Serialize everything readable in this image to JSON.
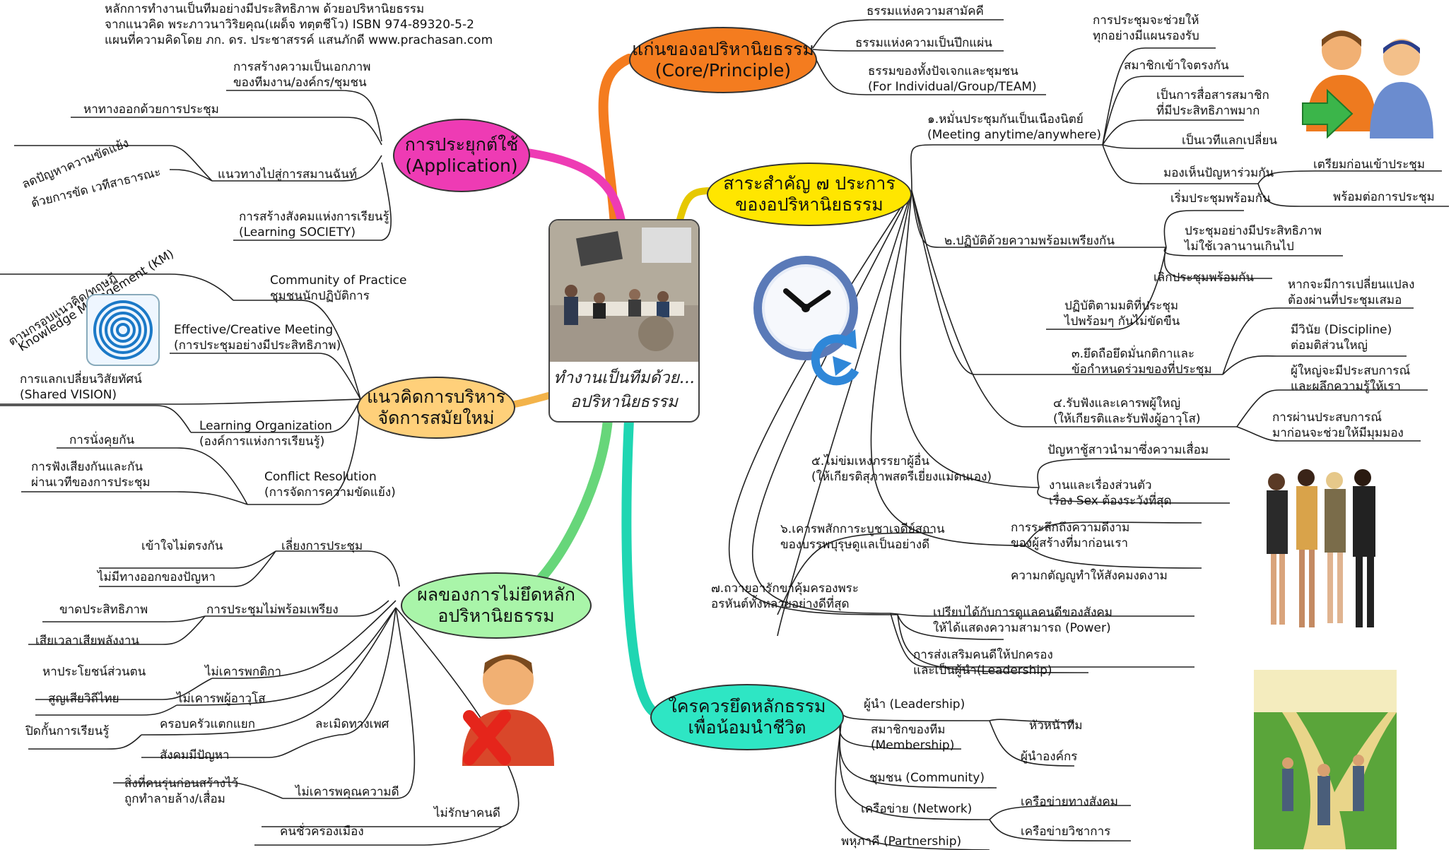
{
  "header": {
    "line1": "หลักการทำงานเป็นทีมอย่างมีประสิทธิภาพ ด้วยอปริหานิยธรรม",
    "line2": "จากแนวคิด พระภาวนาวิริยคุณ(เผด็จ ทตฺตชีโว) ISBN 974-89320-5-2",
    "line3": "แผนที่ความคิดโดย ภก. ดร. ประชาสรรค์ แสนภักดี www.prachasan.com"
  },
  "center": {
    "caption": "ทำงานเป็นทีมด้วย...\nอปริหานิยธรรม"
  },
  "branches": {
    "core": {
      "title": "แก่นของอปริหานิยธรรม\n(Core/Principle)",
      "color": "#f47c1f",
      "items": [
        "ธรรมแห่งความสามัคคี",
        "ธรรมแห่งความเป็นปึกแผ่น",
        "ธรรมของทั้งปัจเจกและชุมชน\n(For Individual/Group/TEAM)"
      ]
    },
    "application": {
      "title": "การประยุกต์ใช้\n(Application)",
      "color": "#ee3bb4",
      "items": [
        "การสร้างความเป็นเอกภาพ\nของทีมงาน/องค์กร/ชุมชน",
        "หาทางออกด้วยการประชุม",
        "แนวทางไปสู่การสมานฉันท์",
        "การสร้างสังคมแห่งการเรียนรู้\n(Learning SOCIETY)"
      ],
      "sub": [
        "ลดปัญหาความขัดแย้ง",
        "ด้วยการขัด เวทีสาธารณะ"
      ]
    },
    "modern": {
      "title": "แนวคิดการบริหาร\nจัดการสมัยใหม่",
      "color": "#ffd07a",
      "items": [
        "Community of Practice\nชุมชนนักปฏิบัติการ",
        "Effective/Creative Meeting\n(การประชุมอย่างมีประสิทธิภาพ)",
        "Learning Organization\n(องค์การแห่งการเรียนรู้)",
        "Conflict Resolution\n(การจัดการความขัดแย้ง)"
      ],
      "km1": "ตามกรอบแนวคิด/ทฤษฎี",
      "km2": "Knowledge Management (KM)",
      "vision": "การแลกเปลี่ยนวิสัยทัศน์\n(Shared VISION)",
      "talk": "การนั่งคุยกัน",
      "listen": "การฟังเสียงกันและกัน\nผ่านเวทีของการประชุม"
    },
    "essence": {
      "title": "สาระสำคัญ ๗ ประการ\nของอปริหานิยธรรม",
      "color": "#ffe600",
      "items": [
        "๑.หมั่นประชุมกันเป็นเนืองนิตย์\n(Meeting anytime/anywhere)",
        "๒.ปฏิบัติด้วยความพร้อมเพรียงกัน",
        "๓.ยึดถือยึดมั่นกติกาและ\nข้อกำหนดร่วมของที่ประชุม",
        "๔.รับฟังและเคารพผู้ใหญ่\n(ให้เกียรติและรับฟังผู้อาวุโส)",
        "๕.ไม่ข่มเหงภรรยาผู้อื่น\n(ให้เกียรติสุภาพสตรีเยี่ยงแม่ตนเอง)",
        "๖.เคารพสักการะบูชาเจดีย์สถาน\nของบรรพบุรุษดูแลเป็นอย่างดี",
        "๗.ถวายอารักขาคุ้มครองพระ\nอรหันต์ทั้งหลายอย่างดีที่สุด"
      ],
      "e1": [
        "การประชุมจะช่วยให้\nทุกอย่างมีแผนรองรับ",
        "สมาชิกเข้าใจตรงกัน",
        "เป็นการสื่อสารสมาชิก\nที่มีประสิทธิภาพมาก",
        "เป็นเวทีแลกเปลี่ยน",
        "มองเห็นปัญหาร่วมกัน"
      ],
      "e2": [
        "เริ่มประชุมพร้อมกัน",
        "ประชุมอย่างมีประสิทธิภาพ\nไม่ใช้เวลานานเกินไป",
        "เลิกประชุมพร้อมกัน",
        "ปฏิบัติตามมติที่ประชุม\nไปพร้อมๆ กันไม่ขัดขืน"
      ],
      "e2b": [
        "เตรียมก่อนเข้าประชุม",
        "พร้อมต่อการประชุม"
      ],
      "e3": [
        "หากจะมีการเปลี่ยนแปลง\nต้องผ่านที่ประชุมเสมอ",
        "มีวินัย (Discipline)\nต่อมติส่วนใหญ่"
      ],
      "e4": [
        "ผู้ใหญ่จะมีประสบการณ์\nและผลึกความรู้ให้เรา",
        "การผ่านประสบการณ์\nมาก่อนจะช่วยให้มีมุมมอง"
      ],
      "e5": [
        "ปัญหาชู้สาวนำมาซึ่งความเสื่อม",
        "งานและเรื่องส่วนตัว\nเรื่อง Sex ต้องระวังที่สุด"
      ],
      "e6": [
        "การระลึกถึงความดีงาม\nของผู้สร้างที่มาก่อนเรา",
        "ความกตัญญูทำให้สังคมงดงาม"
      ],
      "e7": [
        "เปรียบได้กับการดูแลคนดีของสังคม\nให้ได้แสดงความสามารถ (Power)",
        "การส่งเสริมคนดีให้ปกครอง\nและเป็นผู้นำ(Leadership)"
      ]
    },
    "negative": {
      "title": "ผลของการไม่ยึดหลัก\nอปริหานิยธรรม",
      "color": "#a9f5a9",
      "items": [
        "เลี่ยงการประชุม",
        "การประชุมไม่พร้อมเพรียง",
        "ไม่เคารพกติกา",
        "ไม่เคารพผู้อาวุโส",
        "ละเมิดทางเพศ",
        "ไม่เคารพคุณความดี",
        "ไม่รักษาคนดี"
      ],
      "subs": [
        "เข้าใจไม่ตรงกัน",
        "ไม่มีทางออกของปัญหา",
        "ขาดประสิทธิภาพ",
        "เสียเวลาเสียพลังงาน",
        "หาประโยชน์ส่วนตน",
        "สูญเสียวิถีไทย",
        "ปิดกั้นการเรียนรู้",
        "ครอบครัวแตกแยก",
        "สังคมมีปัญหา",
        "สิ่งที่คนรุ่นก่อนสร้างไว้\nถูกทำลายล้าง/เสื่อม",
        "คนชั่วครองเมือง"
      ]
    },
    "who": {
      "title": "ใครควรยึดหลักธรรม\nเพื่อน้อมนำชีวิต",
      "color": "#2ee6c4",
      "items": [
        "ผู้นำ (Leadership)",
        "สมาชิกของทีม\n(Membership)",
        "ชุมชน (Community)",
        "เครือข่าย (Network)",
        "พหุภาคี (Partnership)"
      ],
      "subs": [
        "หัวหน้าทีม",
        "ผู้นำองค์กร",
        "เครือข่ายทางสังคม",
        "เครือข่ายวิชาการ"
      ]
    }
  }
}
